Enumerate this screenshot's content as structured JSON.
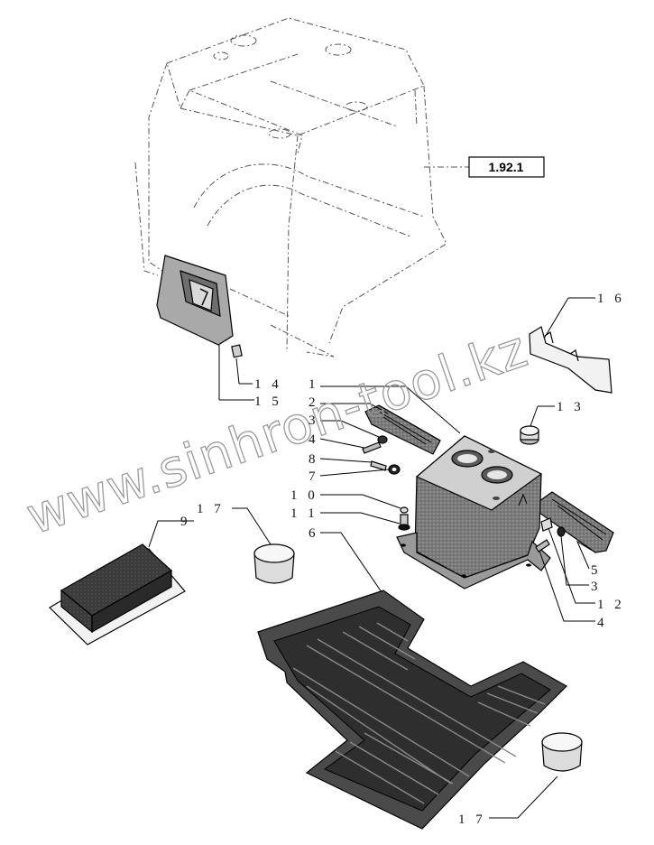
{
  "reference_box": {
    "text": "1.92.1"
  },
  "watermark": {
    "text": "www.sinhron-tool.kz"
  },
  "callouts": {
    "c16": "1 6",
    "c13": "1 3",
    "c14": "1 4",
    "c15": "1 5",
    "c1": "1",
    "c2": "2",
    "c3a": "3",
    "c4a": "4",
    "c8": "8",
    "c7": "7",
    "c10": "1 0",
    "c11": "1 1",
    "c6": "6",
    "c9": "9",
    "c17a": "1 7",
    "c5": "5",
    "c3b": "3",
    "c12": "1 2",
    "c4b": "4",
    "c17b": "1 7"
  },
  "colors": {
    "part_dark": "#3a3a3a",
    "part_mid": "#8a8a8a",
    "part_light": "#d9d9d9",
    "watermark": "#9a9a9a"
  }
}
